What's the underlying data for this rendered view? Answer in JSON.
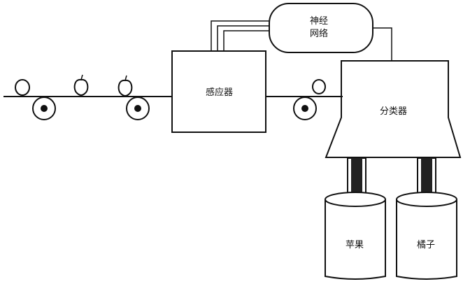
{
  "labels": {
    "sensor": "感应器",
    "neural_line1": "神经",
    "neural_line2": "网络",
    "classifier": "分类器",
    "bin_apple": "苹果",
    "bin_orange": "橘子"
  }
}
